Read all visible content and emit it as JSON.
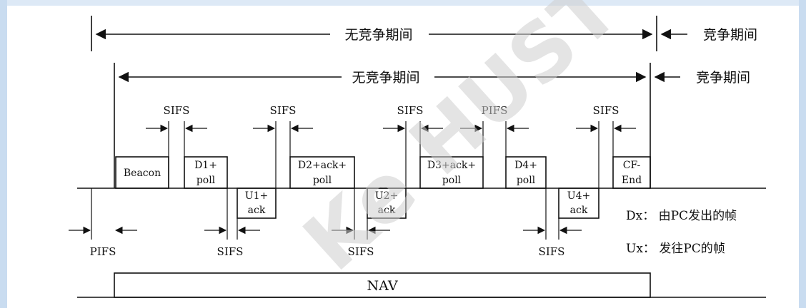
{
  "periods": {
    "outer_cfp_label": "无竞争期间",
    "outer_cp_label": "竞争期间",
    "inner_cfp_label": "无竞争期间",
    "inner_cp_label": "竞争期间"
  },
  "frames": {
    "beacon": "Beacon",
    "d1_line1": "D1+",
    "d1_line2": "poll",
    "u1_line1": "U1+",
    "u1_line2": "ack",
    "d2_line1": "D2+ack+",
    "d2_line2": "poll",
    "u2_line1": "U2+",
    "u2_line2": "ack",
    "d3_line1": "D3+ack+",
    "d3_line2": "poll",
    "d4_line1": "D4+",
    "d4_line2": "poll",
    "u4_line1": "U4+",
    "u4_line2": "ack",
    "cf_end_line1": "CF-",
    "cf_end_line2": "End"
  },
  "spacing_labels": {
    "sifs_1": "SIFS",
    "sifs_2": "SIFS",
    "sifs_3": "SIFS",
    "pifs_top": "PIFS",
    "sifs_4": "SIFS",
    "pifs_bottom": "PIFS",
    "sifs_5": "SIFS",
    "sifs_6": "SIFS",
    "sifs_7": "SIFS"
  },
  "legend": {
    "dx": "Dx：  由PC发出的帧",
    "ux": "Ux：  发往PC的帧"
  },
  "nav_label": "NAV",
  "watermark": "Ke HUST"
}
